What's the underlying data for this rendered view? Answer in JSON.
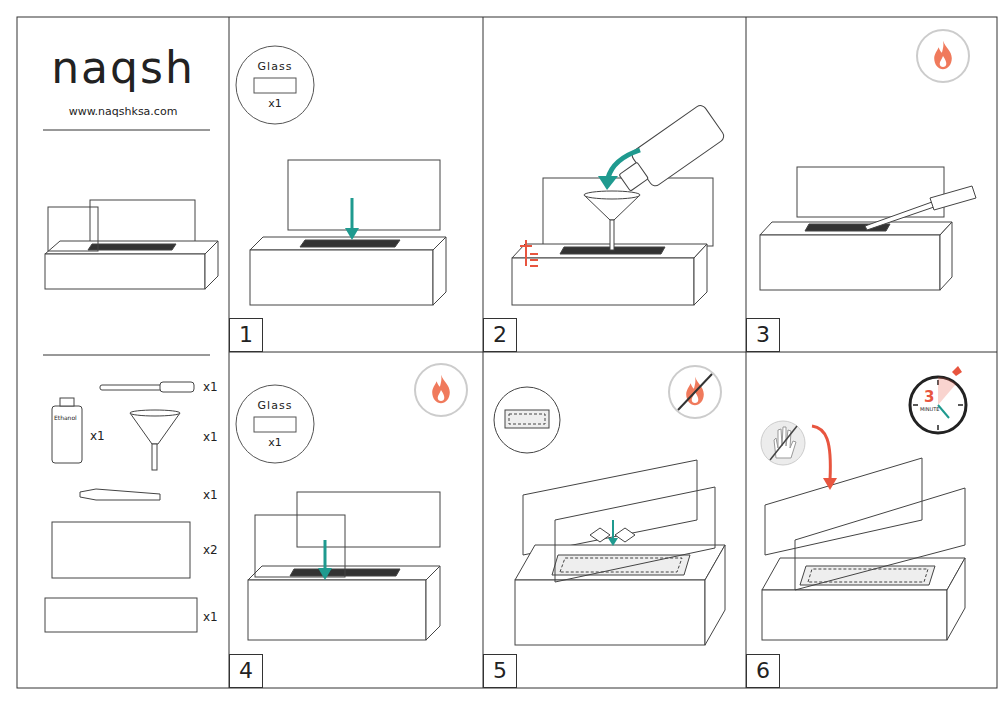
{
  "diagram": {
    "nodes": [
      {
        "text": [
          "Glass",
          "x1"
        ]
      },
      {
        "text": [
          "1"
        ]
      },
      {
        "text": [
          "2"
        ]
      },
      {
        "text": [
          "3"
        ]
      },
      {
        "text": [
          "Glass",
          "x1"
        ]
      },
      {
        "text": [
          "4"
        ]
      },
      {
        "text": [
          "5"
        ]
      },
      {
        "text": [
          "6"
        ]
      }
    ],
    "labels": [
      "naqsh",
      "www.naqshksa.com",
      "x1",
      "Ethanol",
      "x1",
      "x1",
      "x1",
      "x2",
      "x1",
      "3",
      "MINUTE"
    ]
  }
}
